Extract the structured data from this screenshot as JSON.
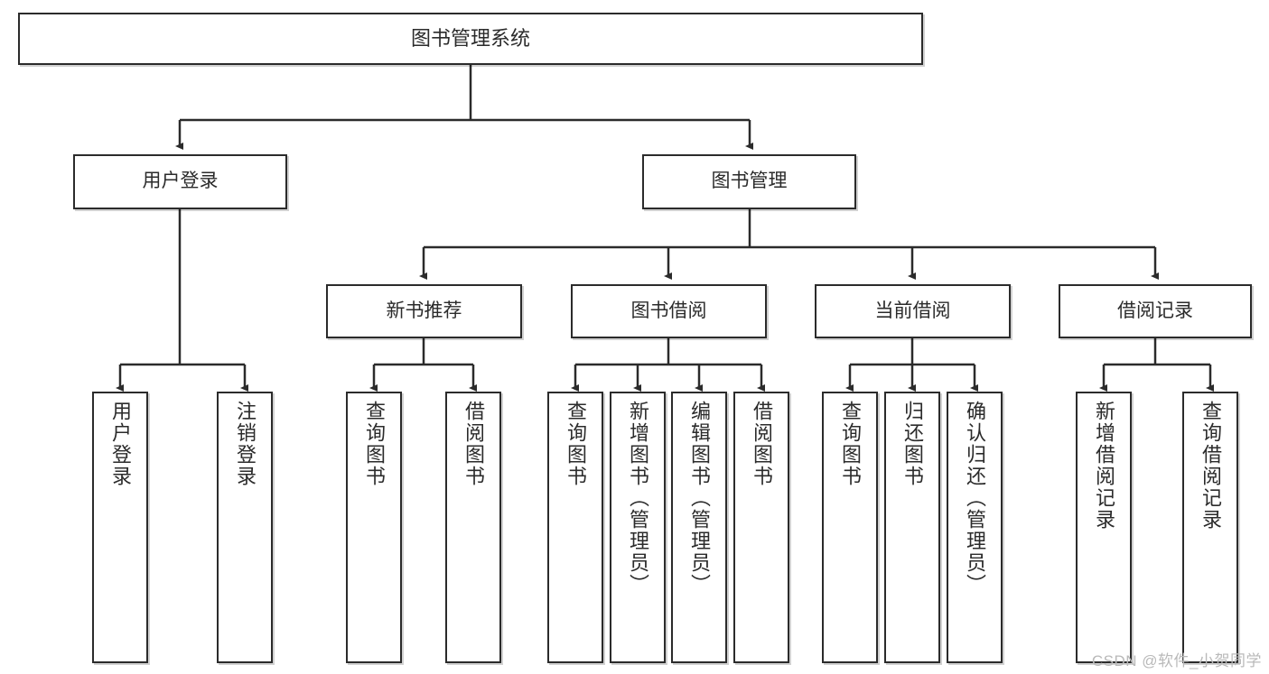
{
  "diagram": {
    "title": "图书管理系统",
    "type": "tree",
    "watermark": "CSDN @软件_小贺同学",
    "colors": {
      "stroke": "#2b2b2b",
      "fill": "#ffffff",
      "text": "#2b2b2b",
      "watermark": "#b9b9b9"
    },
    "root": {
      "label": "图书管理系统"
    },
    "level2": [
      {
        "label": "用户登录"
      },
      {
        "label": "图书管理"
      }
    ],
    "level3": [
      {
        "label": "新书推荐"
      },
      {
        "label": "图书借阅"
      },
      {
        "label": "当前借阅"
      },
      {
        "label": "借阅记录"
      }
    ],
    "leaves": {
      "user_login": [
        {
          "label": "用户登录"
        },
        {
          "label": "注销登录"
        }
      ],
      "new_book": [
        {
          "label": "查询图书"
        },
        {
          "label": "借阅图书"
        }
      ],
      "book_borrow": [
        {
          "label": "查询图书"
        },
        {
          "label": "新增图书（管理员）"
        },
        {
          "label": "编辑图书（管理员）"
        },
        {
          "label": "借阅图书"
        }
      ],
      "current_borrow": [
        {
          "label": "查询图书"
        },
        {
          "label": "归还图书"
        },
        {
          "label": "确认归还（管理员）"
        }
      ],
      "borrow_record": [
        {
          "label": "新增借阅记录"
        },
        {
          "label": "查询借阅记录"
        }
      ]
    }
  }
}
